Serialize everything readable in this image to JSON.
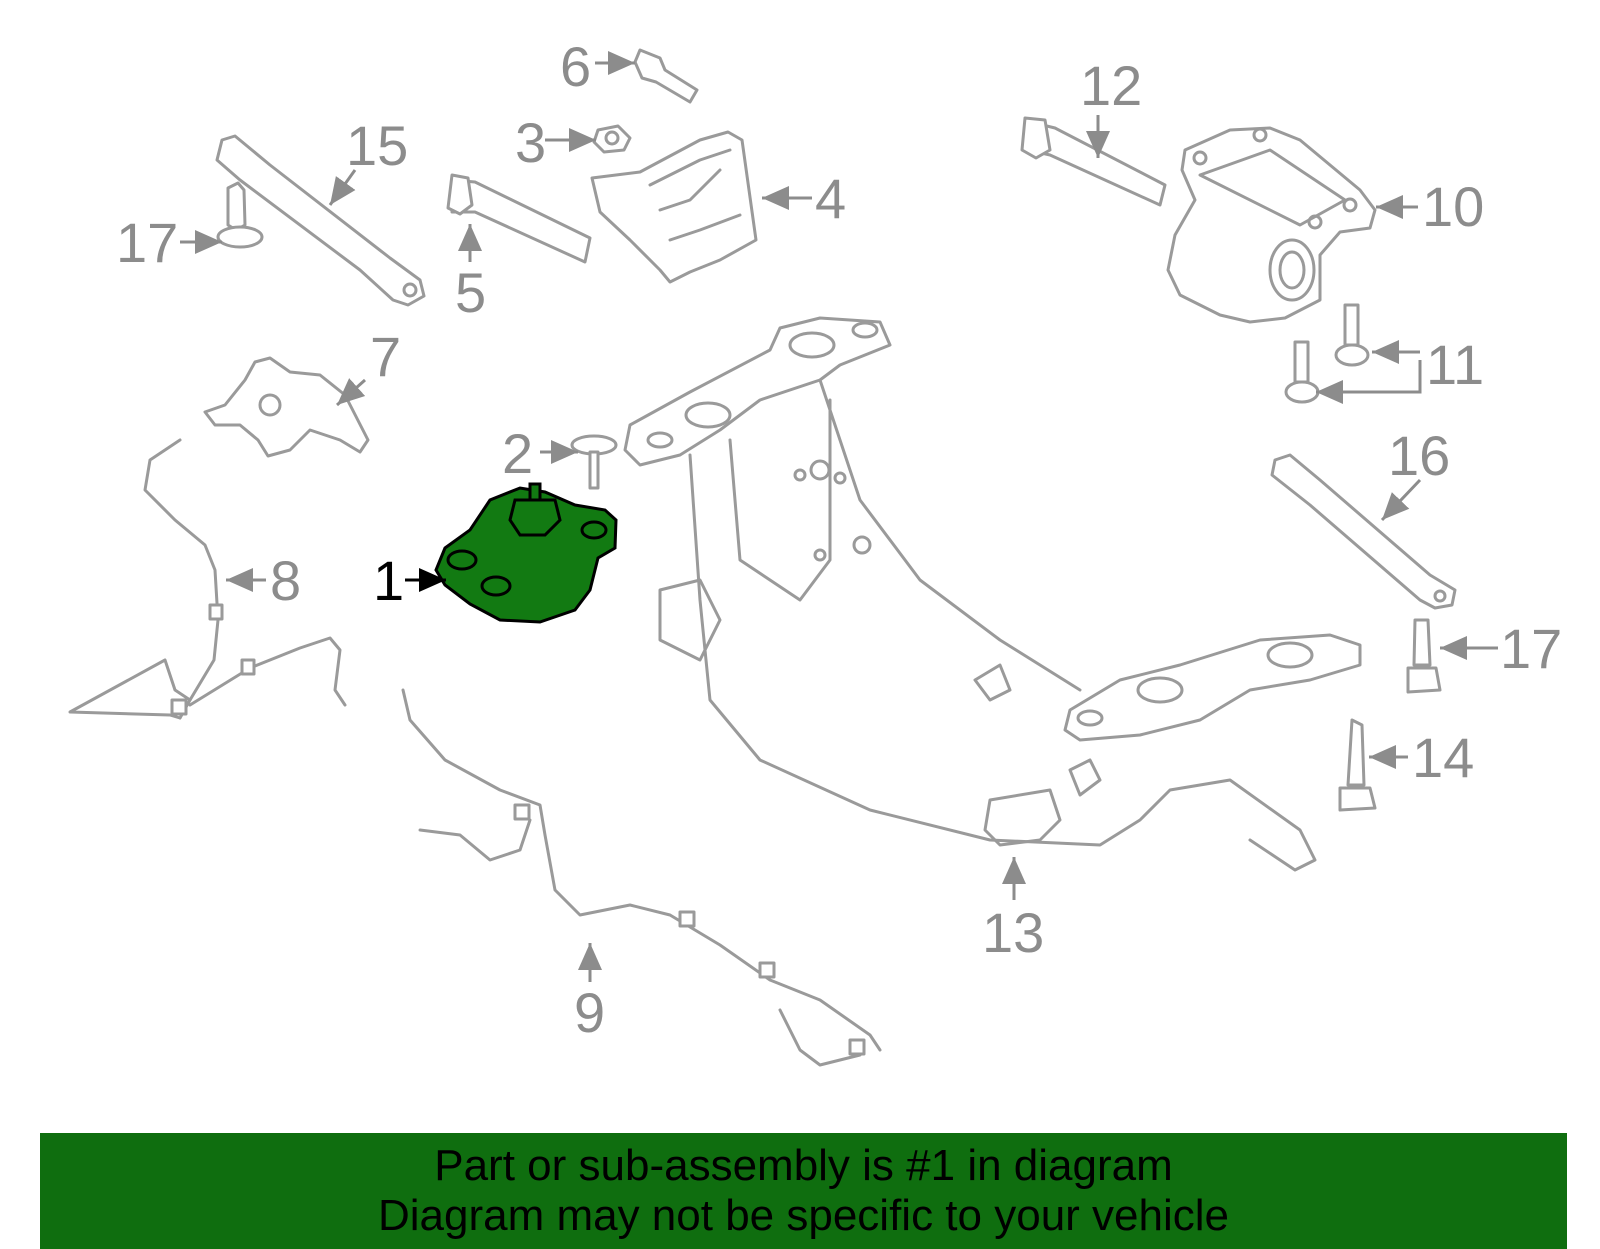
{
  "colors": {
    "highlight": "#127a12",
    "banner": "#0f6e0f",
    "part_stroke": "#9a9a9a",
    "label": "#8c8c8c"
  },
  "callouts": {
    "c1": "1",
    "c2": "2",
    "c3": "3",
    "c4": "4",
    "c5": "5",
    "c6": "6",
    "c7": "7",
    "c8": "8",
    "c9": "9",
    "c10": "10",
    "c11": "11",
    "c12": "12",
    "c13": "13",
    "c14": "14",
    "c15": "15",
    "c16": "16",
    "c17a": "17",
    "c17b": "17"
  },
  "highlighted_part": "1",
  "banner": {
    "line1": "Part or sub-assembly is #1 in diagram",
    "line2": "Diagram may not be specific to your vehicle"
  }
}
